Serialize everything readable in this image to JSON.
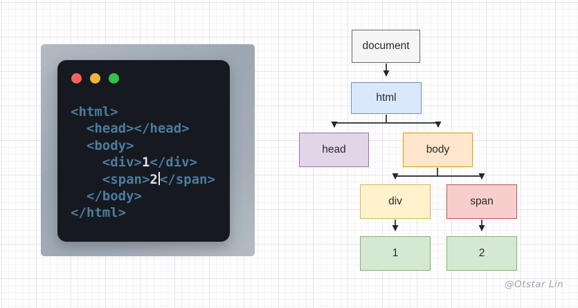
{
  "editor": {
    "window": {
      "traffic_lights": [
        {
          "name": "close",
          "color": "#f2635d"
        },
        {
          "name": "minimize",
          "color": "#f0b43c"
        },
        {
          "name": "zoom",
          "color": "#30c24b"
        }
      ]
    },
    "code_lines": [
      {
        "pre": "<html>"
      },
      {
        "pre": "  <head></head>"
      },
      {
        "pre": "  <body>"
      },
      {
        "pre": "    <div>",
        "value": "1",
        "post": "</div>"
      },
      {
        "pre": "    <span>",
        "value": "2",
        "post": "</span>"
      },
      {
        "pre": "  </body>"
      },
      {
        "pre": "</html>"
      }
    ],
    "colors": {
      "tag_text": "#4a7da1",
      "value_text": "#dde3ea",
      "window_background": "#16191f",
      "card_background": "#a3acb6"
    }
  },
  "tree": {
    "nodes": {
      "document": {
        "label": "document",
        "fill": "#f5f5f5",
        "stroke": "#666666"
      },
      "html": {
        "label": "html",
        "fill": "#dae8fc",
        "stroke": "#6c8ebf"
      },
      "head": {
        "label": "head",
        "fill": "#e1d5e7",
        "stroke": "#9673a6"
      },
      "body": {
        "label": "body",
        "fill": "#ffe6cc",
        "stroke": "#d79b00"
      },
      "div": {
        "label": "div",
        "fill": "#fff2cc",
        "stroke": "#d6b656"
      },
      "span": {
        "label": "span",
        "fill": "#f8cecc",
        "stroke": "#b85450"
      },
      "one": {
        "label": "1",
        "fill": "#d5e8d4",
        "stroke": "#82b366"
      },
      "two": {
        "label": "2",
        "fill": "#d5e8d4",
        "stroke": "#82b366"
      }
    },
    "connector_color": "#222831"
  },
  "watermark": {
    "text": "@Otstar Lin"
  }
}
